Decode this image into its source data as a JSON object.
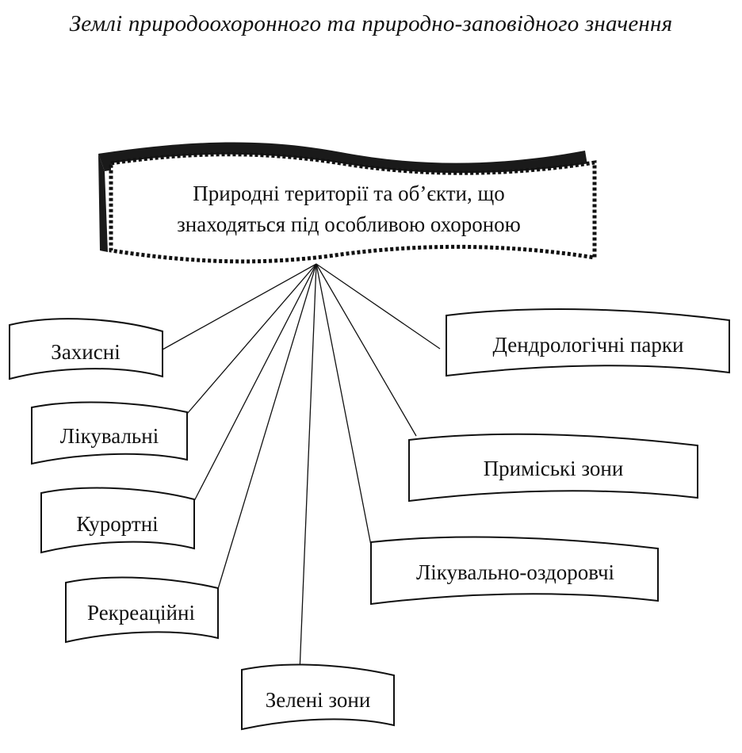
{
  "title": "Землі природоохоронного та природно-заповідного значення",
  "central": {
    "line1": "Природні території та об’єкти, що",
    "line2": "знаходяться під особливою охороною"
  },
  "categories_left": [
    "Захисні",
    "Лікувальні",
    "Курортні",
    "Рекреаційні",
    "Зелені зони"
  ],
  "categories_right": [
    "Дендрологічні парки",
    "Приміські зони",
    "Лікувально-оздоровчі"
  ],
  "colors": {
    "ink": "#111111",
    "background": "#ffffff"
  }
}
